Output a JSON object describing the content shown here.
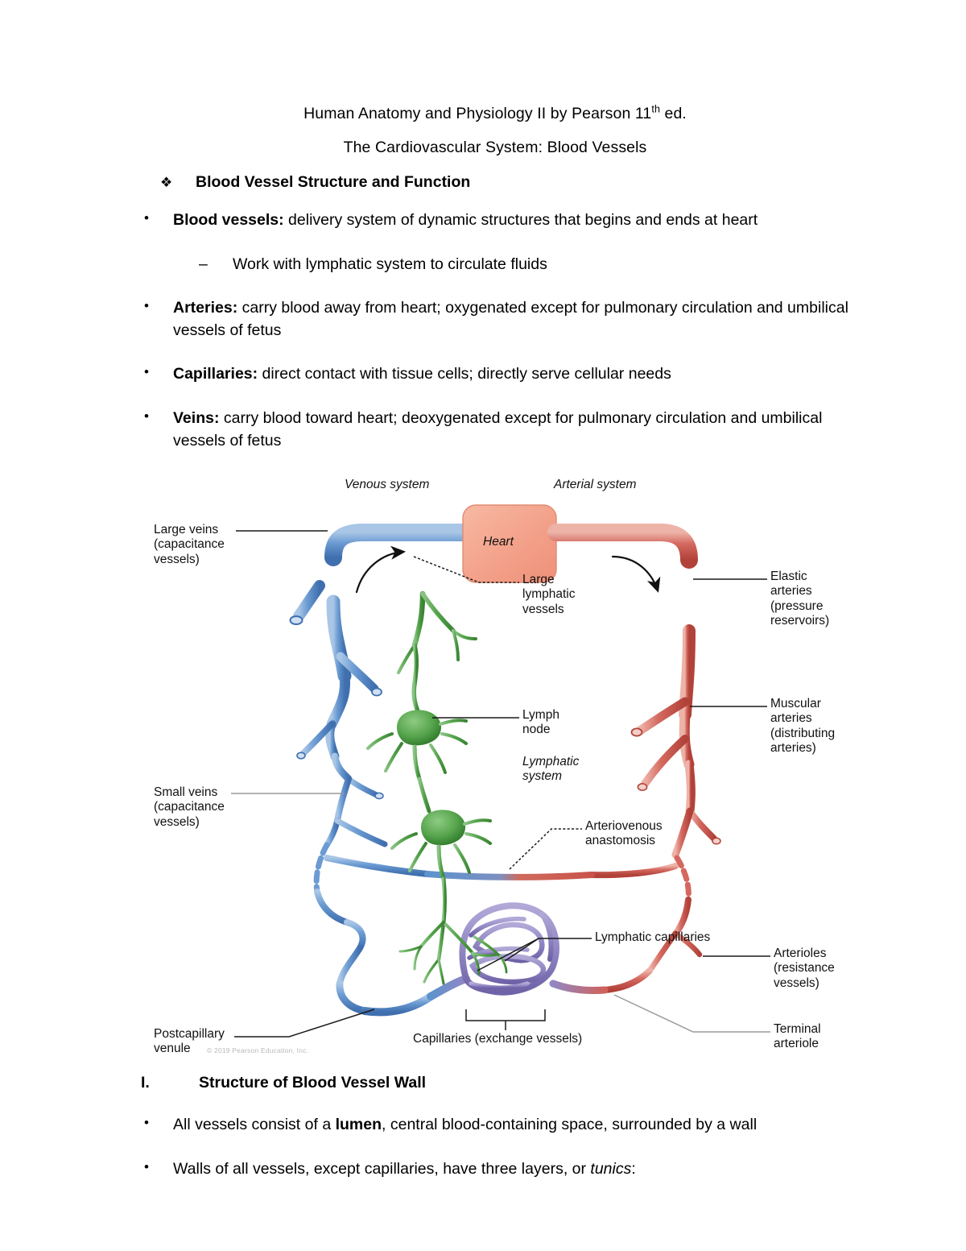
{
  "document": {
    "title_line_1_pre": "Human Anatomy and Physiology II by Pearson 11",
    "title_line_1_sup": "th",
    "title_line_1_post": " ed.",
    "title_line_2": "The Cardiovascular System: Blood Vessels",
    "heading_1_bullet": "❖",
    "heading_1": "Blood Vessel Structure and Function",
    "bullet_glyph": "•",
    "dash_glyph": "–"
  },
  "bullets": [
    {
      "lead": "Blood vessels:",
      "rest": " delivery system of dynamic structures that begins and ends at heart"
    },
    {
      "lead": "Arteries:",
      "rest": " carry blood away from heart; oxygenated except for pulmonary circulation and umbilical vessels of fetus"
    },
    {
      "lead": "Capillaries:",
      "rest": " direct contact with tissue cells; directly serve cellular needs"
    },
    {
      "lead": "Veins:",
      "rest": " carry blood toward heart; deoxygenated except for pulmonary circulation and umbilical vessels of fetus"
    }
  ],
  "sub_bullet": {
    "text": "Work with lymphatic system to circulate fluids"
  },
  "section": {
    "numeral": "I.",
    "title": "Structure of Blood Vessel Wall"
  },
  "closing_bullets": [
    {
      "pre": "All vessels consist of a ",
      "bold": "lumen",
      "post": ", central blood-containing space, surrounded by a wall"
    },
    {
      "pre": "Walls of all vessels, except capillaries, have three layers, or ",
      "italic": "tunics",
      "post": ":"
    }
  ],
  "figure": {
    "credit": "© 2019 Pearson Education, Inc.",
    "labels": {
      "venous_system": "Venous system",
      "arterial_system": "Arterial system",
      "heart": "Heart",
      "large_veins": "Large veins\n(capacitance\nvessels)",
      "large_lymphatic_vessels": "Large\nlymphatic\nvessels",
      "elastic_arteries": "Elastic\narteries\n(pressure\nreservoirs)",
      "lymph_node": "Lymph\nnode",
      "lymphatic_system": "Lymphatic\nsystem",
      "muscular_arteries": "Muscular\narteries\n(distributing\narteries)",
      "small_veins": "Small veins\n(capacitance\nvessels)",
      "arteriovenous_anastomosis": "Arteriovenous\nanastomosis",
      "lymphatic_capillaries": "Lymphatic capillaries",
      "arterioles": "Arterioles\n(resistance\nvessels)",
      "postcapillary_venule": "Postcapillary\nvenule",
      "terminal_arteriole": "Terminal\narteriole",
      "capillaries": "Capillaries (exchange vessels)"
    },
    "colors": {
      "vein_blue": "#6b9bd2",
      "vein_blue_dark": "#3f6fae",
      "artery_red": "#d4685f",
      "artery_red_dark": "#b94a42",
      "lymph_green": "#5aa84f",
      "lymph_green_dark": "#3d8437",
      "capillary_purple": "#9287c4",
      "heart_pink": "#f2a08c",
      "leader_line": "#1a1a1a"
    }
  }
}
